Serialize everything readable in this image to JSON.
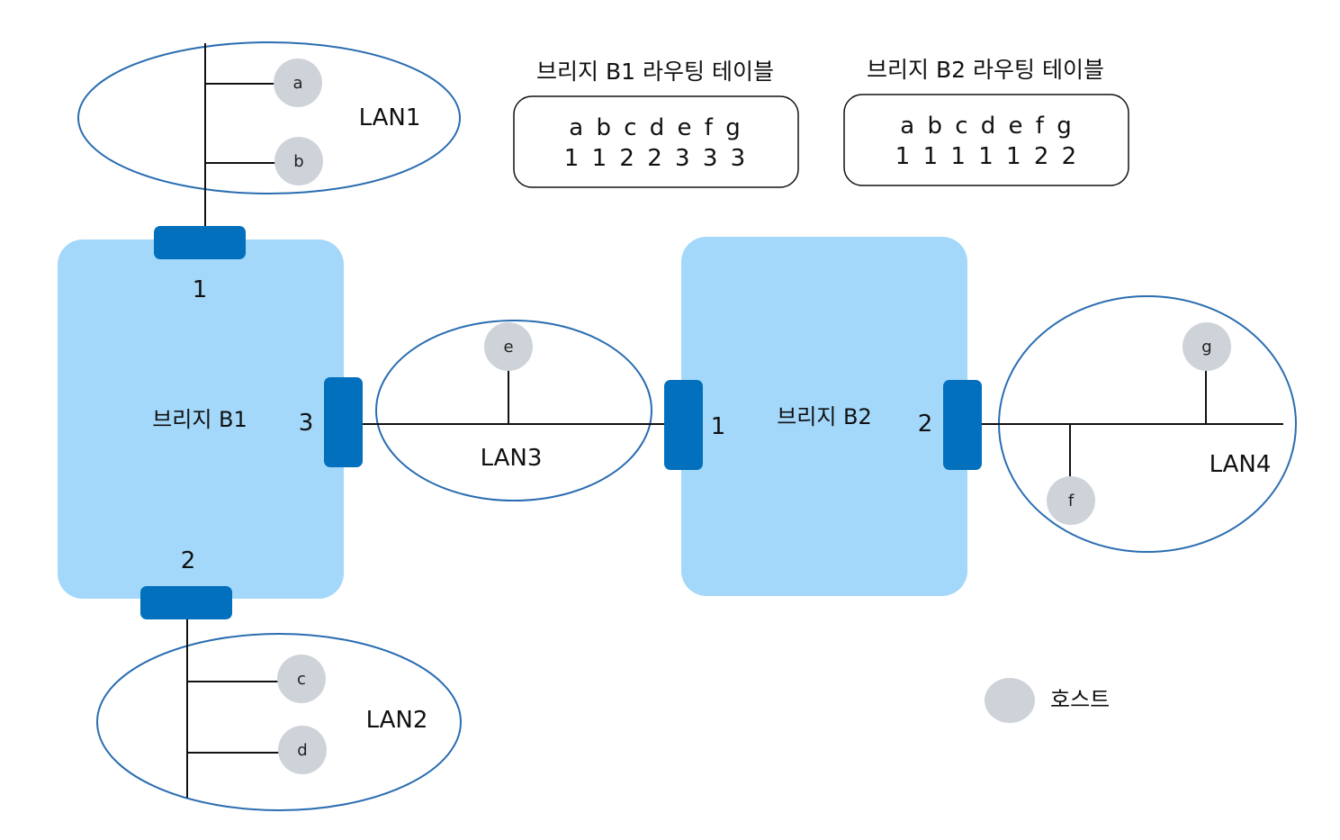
{
  "bridges": {
    "b1": {
      "label": "브리지 B1"
    },
    "b2": {
      "label": "브리지 B2"
    }
  },
  "ports": {
    "b1_p1": "1",
    "b1_p2": "2",
    "b1_p3": "3",
    "b2_p1": "1",
    "b2_p2": "2"
  },
  "lans": {
    "lan1": "LAN1",
    "lan2": "LAN2",
    "lan3": "LAN3",
    "lan4": "LAN4"
  },
  "hosts": {
    "a": "a",
    "b": "b",
    "c": "c",
    "d": "d",
    "e": "e",
    "f": "f",
    "g": "g"
  },
  "tables": {
    "b1": {
      "title": "브리지 B1 라우팅 테이블",
      "hosts_row": "a b c d e f g",
      "ports_row": "1 1 2 2 3 3 3"
    },
    "b2": {
      "title": "브리지 B2 라우팅 테이블",
      "hosts_row": "a b c d e f g",
      "ports_row": "1 1 1 1 1 2 2"
    }
  },
  "legend": {
    "host_label": "호스트"
  },
  "colors": {
    "bridge_fill": "#a3d8fa",
    "port_fill": "#0270bd",
    "lan_outline": "#2a6db1",
    "host_fill": "#ced3d9"
  }
}
